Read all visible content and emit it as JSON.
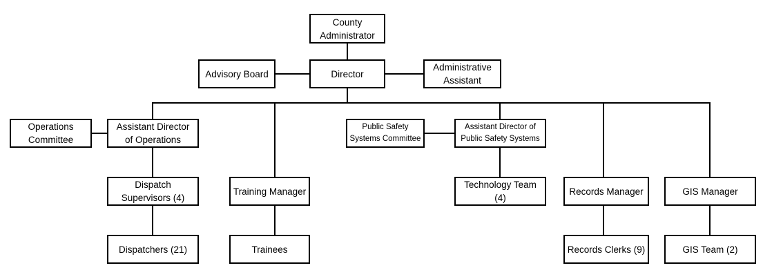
{
  "org_chart": {
    "county_administrator": "County\nAdministrator",
    "director": "Director",
    "advisory_board": "Advisory Board",
    "administrative_assistant": "Administrative\nAssistant",
    "operations_committee": "Operations\nCommittee",
    "asst_dir_operations": "Assistant Director\nof Operations",
    "public_safety_systems_committee": "Public Safety\nSystems Committee",
    "asst_dir_public_safety_systems": "Assistant Director of\nPublic Safety Systems",
    "dispatch_supervisors": "Dispatch\nSupervisors (4)",
    "dispatchers": "Dispatchers (21)",
    "training_manager": "Training Manager",
    "trainees": "Trainees",
    "technology_team": "Technology Team\n(4)",
    "records_manager": "Records Manager",
    "records_clerks": "Records Clerks (9)",
    "gis_manager": "GIS Manager",
    "gis_team": "GIS Team (2)"
  }
}
